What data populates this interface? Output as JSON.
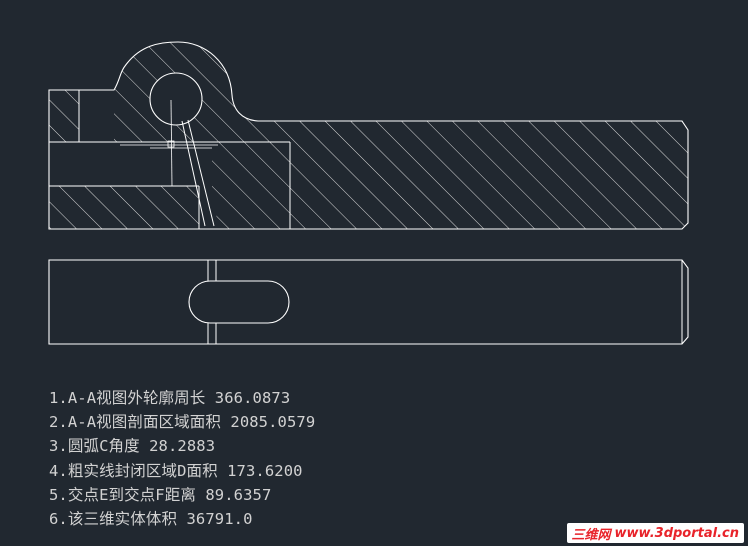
{
  "questions": [
    "1.A-A视图外轮廓周长 366.0873",
    "2.A-A视图剖面区域面积 2085.0579",
    "3.圆弧C角度 28.2883",
    "4.粗实线封闭区域D面积 173.6200",
    "5.交点E到交点F距离 89.6357",
    "6.该三维实体体积 36791.0"
  ],
  "watermark": {
    "name": "三维网",
    "url": "www.3dportal.cn"
  },
  "colors": {
    "background": "#212830",
    "lines": "#ffffff",
    "hatch": "#d8d8d8",
    "text": "#d2d2d2",
    "watermark": "#e8232a"
  }
}
